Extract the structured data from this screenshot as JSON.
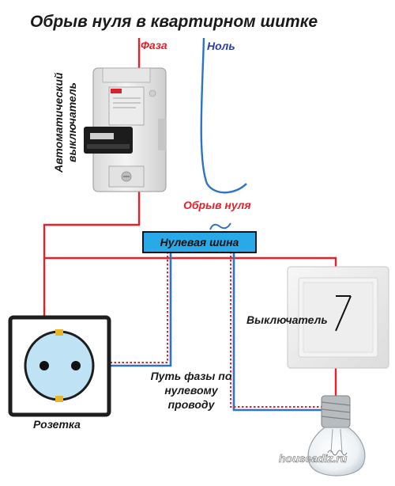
{
  "title": "Обрыв нуля в квартирном шитке",
  "labels": {
    "phase": "Фаза",
    "neutral": "Ноль",
    "breaker_line1": "Автоматический",
    "breaker_line2": "выключатель",
    "neutral_break": "Обрыв нуля",
    "neutral_bus": "Нулевая шина",
    "switch": "Выключатель",
    "socket": "Розетка",
    "phase_path_line1": "Путь фазы по",
    "phase_path_line2": "нулевому",
    "phase_path_line3": "проводу",
    "watermark": "houseadiz.ru"
  },
  "colors": {
    "phase_wire": "#e8202a",
    "neutral_wire": "#2e74c6",
    "title_text": "#1a1a1a",
    "phase_label": "#e8202a",
    "neutral_label": "#2a40a8",
    "bus_fill": "#29a9e8",
    "socket_frame": "#1e1e1e",
    "socket_face": "#bfe3f5",
    "switch_body": "#efefef"
  },
  "icons": {
    "breaker": "circuit-breaker-icon",
    "socket": "power-socket-icon",
    "switch": "wall-switch-icon",
    "lamp": "light-bulb-icon"
  }
}
